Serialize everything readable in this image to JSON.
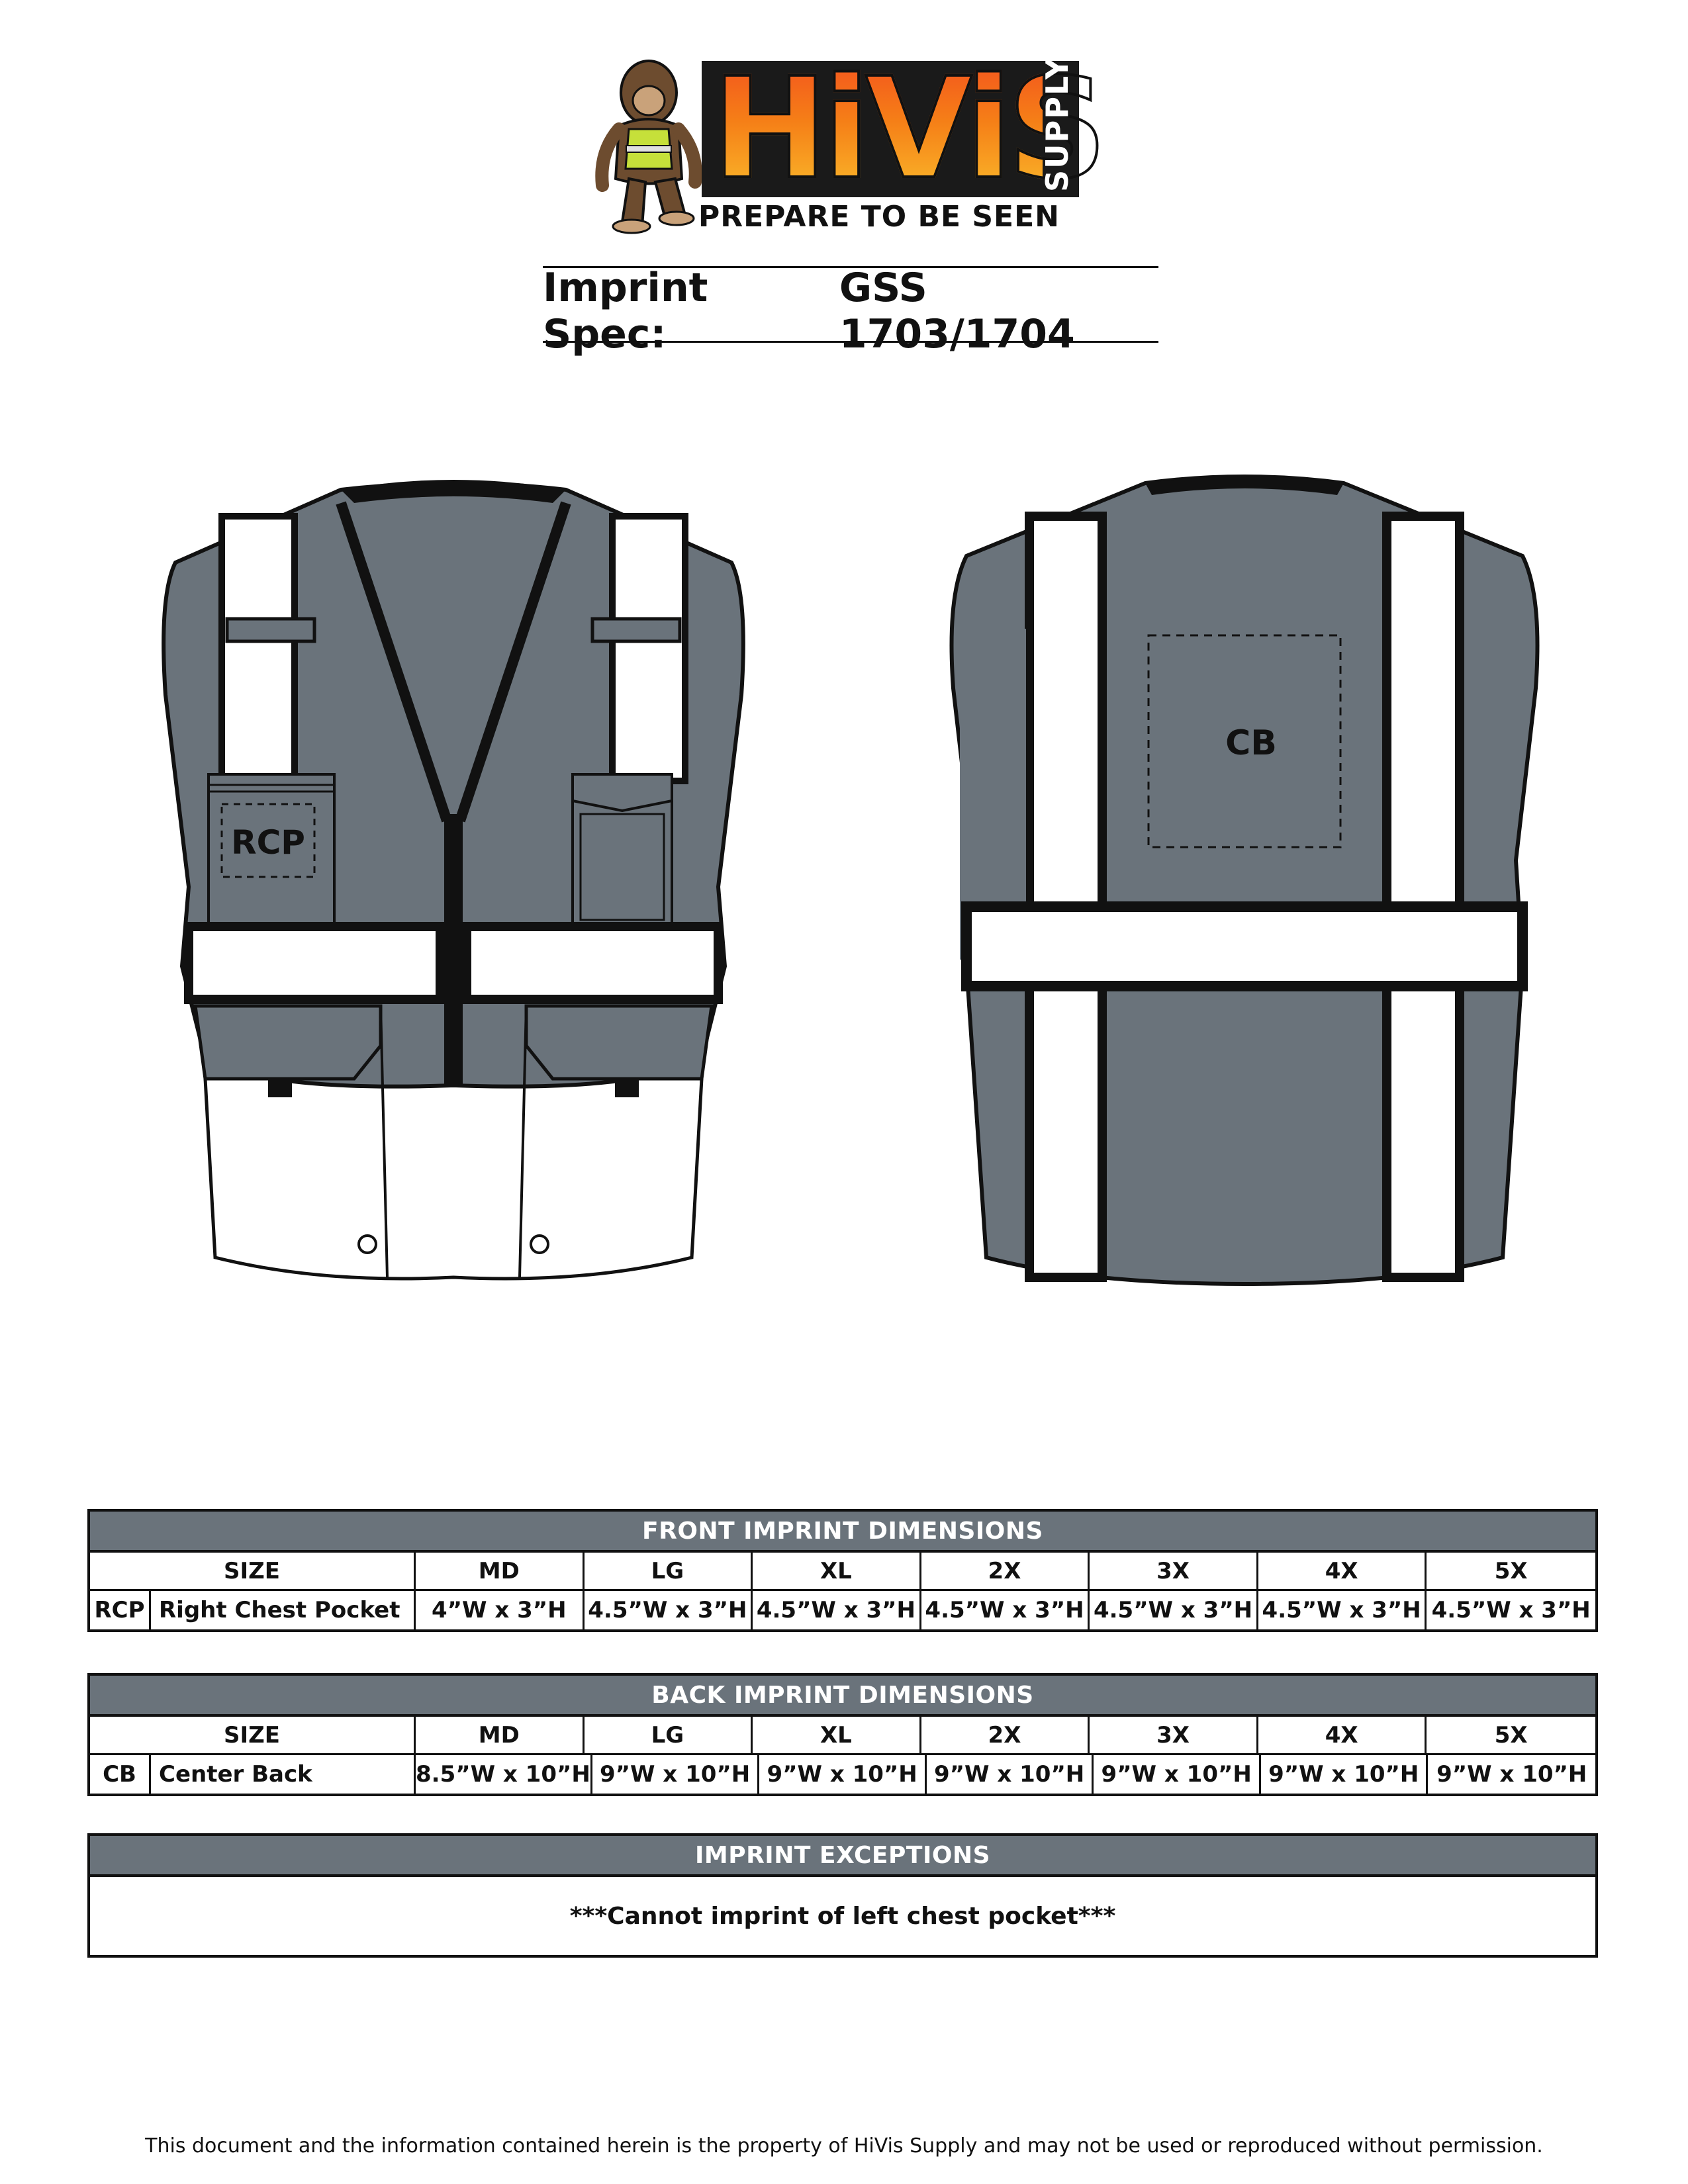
{
  "logo": {
    "word": "HiViS",
    "supply": "SUPPLY",
    "tagline": "PREPARE TO BE SEEN"
  },
  "title": {
    "label": "Imprint Spec:",
    "model": "GSS 1703/1704"
  },
  "front_vest": {
    "location_label": "RCP"
  },
  "back_vest": {
    "location_label": "CB"
  },
  "front_table": {
    "heading": "FRONT IMPRINT DIMENSIONS",
    "size_label": "SIZE",
    "sizes": [
      "MD",
      "LG",
      "XL",
      "2X",
      "3X",
      "4X",
      "5X"
    ],
    "row": {
      "code": "RCP",
      "name": "Right Chest Pocket",
      "values": [
        "4”W x 3”H",
        "4.5”W x 3”H",
        "4.5”W x 3”H",
        "4.5”W x 3”H",
        "4.5”W x 3”H",
        "4.5”W x 3”H",
        "4.5”W x 3”H"
      ]
    }
  },
  "back_table": {
    "heading": "BACK IMPRINT DIMENSIONS",
    "size_label": "SIZE",
    "sizes": [
      "MD",
      "LG",
      "XL",
      "2X",
      "3X",
      "4X",
      "5X"
    ],
    "row": {
      "code": "CB",
      "name": "Center Back",
      "values": [
        "8.5”W x 10”H",
        "9”W x 10”H",
        "9”W x 10”H",
        "9”W x 10”H",
        "9”W x 10”H",
        "9”W x 10”H",
        "9”W x 10”H"
      ]
    }
  },
  "exceptions": {
    "heading": "IMPRINT EXCEPTIONS",
    "text": "***Cannot imprint of left chest pocket***"
  },
  "footer": {
    "text": "This document and the information contained herein is the property of HiVis Supply and may not be used or reproduced without permission."
  },
  "colors": {
    "vest_gray": "#6a737b",
    "reflective_white": "#ffffff",
    "outline_black": "#111111",
    "logo_orange": "#f57f17"
  }
}
